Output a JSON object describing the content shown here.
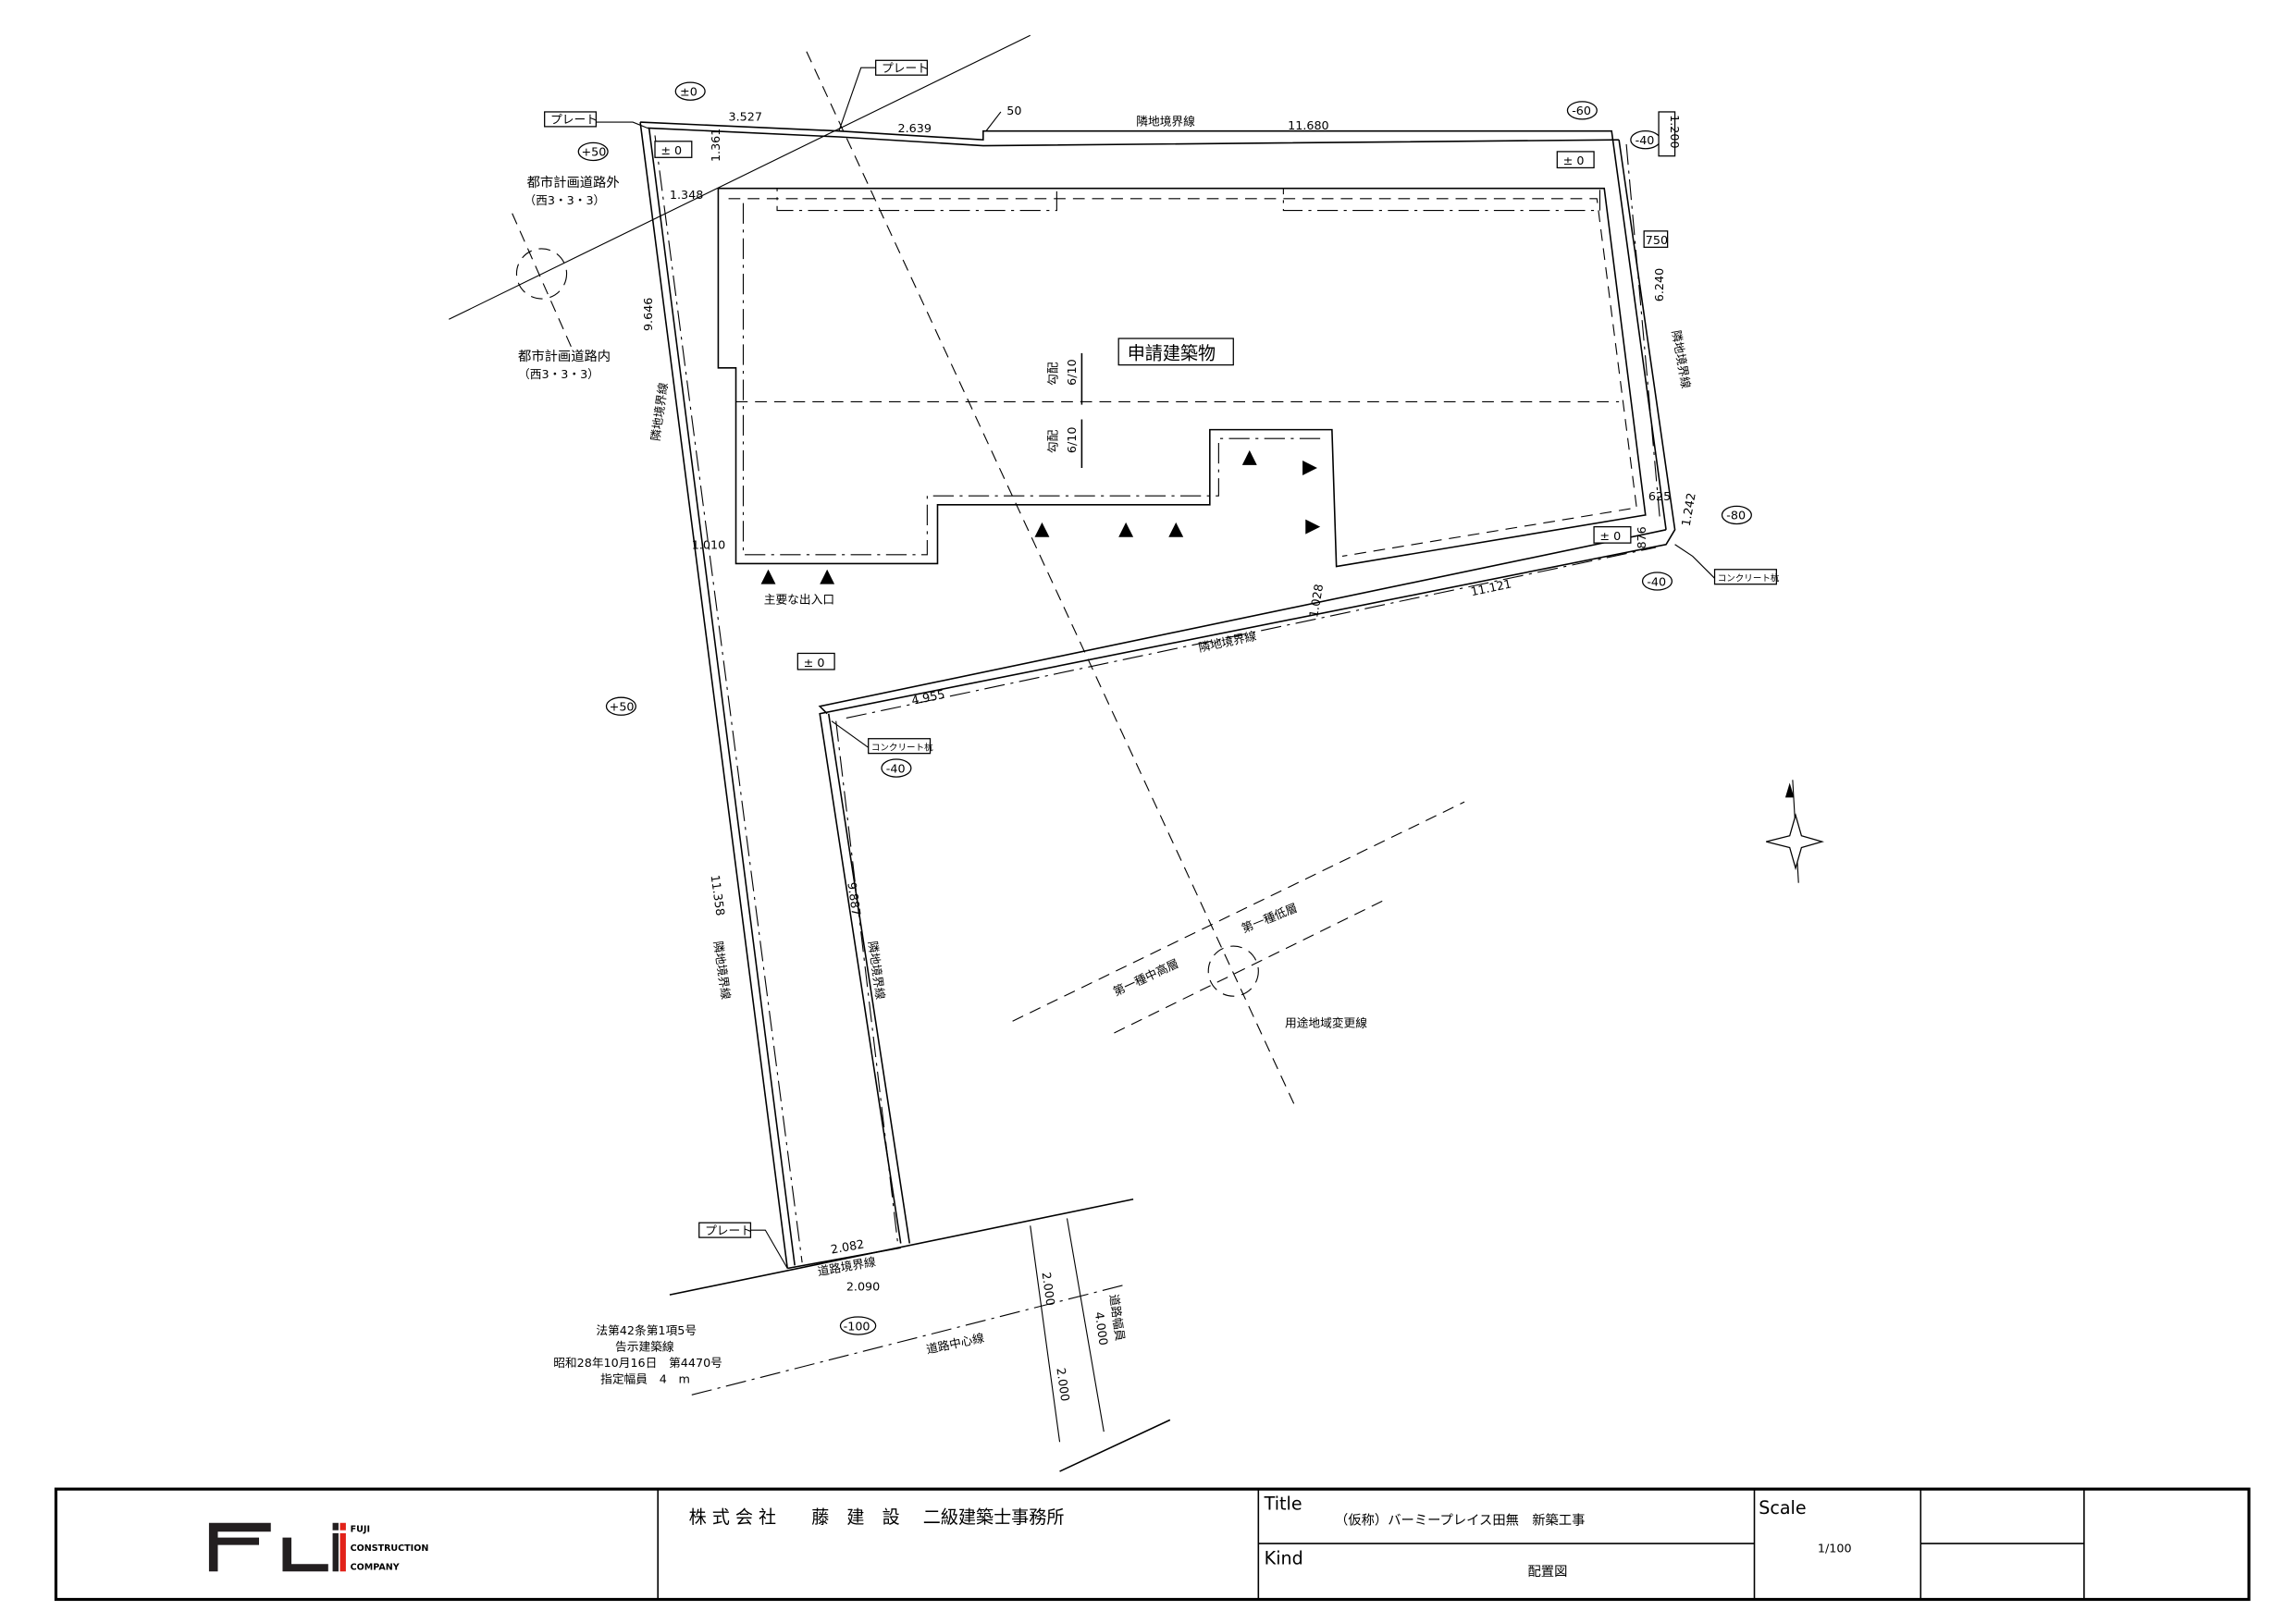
{
  "drawing": {
    "labels": {
      "plate": "プレート",
      "concrete_pile": "コンクリート杭",
      "neighbor_boundary": "隣地境界線",
      "road_boundary": "道路境界線",
      "road_center": "道路中心線",
      "road_width": "道路幅員",
      "building": "申請建築物",
      "slope": "勾配",
      "slope_value": "6/10",
      "main_entrance": "主要な出入口",
      "city_road_out": "都市計画道路外",
      "city_road_in": "都市計画道路内",
      "city_road_id": "（西3・3・3）",
      "zone_change": "用途地域変更線",
      "zone_a": "第一種中高層",
      "zone_b": "第一種低層"
    },
    "legal_note": [
      "法第42条第1項5号",
      "告示建築線",
      "昭和28年10月16日　第4470号",
      "指定幅員　4　m"
    ],
    "levels": {
      "pm0": "±0",
      "p50": "+50",
      "m60": "-60",
      "m40": "-40",
      "m80": "-80",
      "m100": "-100",
      "box_pm0": "± 0",
      "box_750": "750",
      "box_1200": "1.200"
    },
    "dims": {
      "d3527": "3.527",
      "d2639": "2.639",
      "d50": "50",
      "d11680": "11.680",
      "d1361": "1.361",
      "d1348": "1.348",
      "d9646": "9.646",
      "d6240": "6.240",
      "d1010": "1.010",
      "d625": "625",
      "d1242": "1.242",
      "d876": "876",
      "d11121": "11.121",
      "d1028": "1.028",
      "d4955": "4.955",
      "d11358": "11.358",
      "d9887": "9.887",
      "d2082": "2.082",
      "d2090": "2.090",
      "d2000a": "2.000",
      "d2000b": "2.000",
      "d4000": "4.000"
    }
  },
  "title_block": {
    "logo_text": [
      "FUJI",
      "CONSTRUCTION",
      "COMPANY"
    ],
    "company": "株 式 会 社　　藤　建　設　 二級建築士事務所",
    "title_label": "Title",
    "title_value": "（仮称）バーミープレイス田無　新築工事",
    "kind_label": "Kind",
    "kind_value": "配置図",
    "scale_label": "Scale",
    "scale_value": "1/100",
    "colors": {
      "logo_black": "#231f20",
      "logo_red": "#e2231a"
    }
  }
}
